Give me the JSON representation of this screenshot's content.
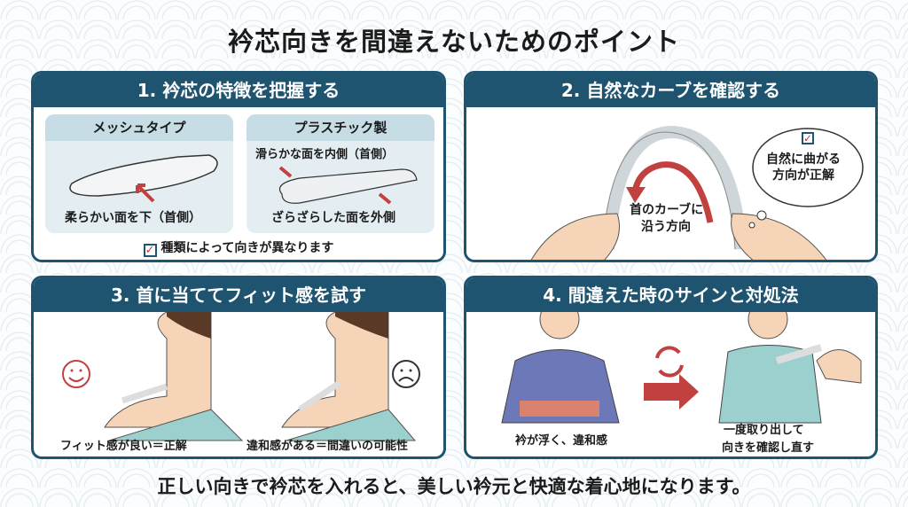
{
  "title": "衿芯向きを間違えないためのポイント",
  "panel1": {
    "heading": "1. 衿芯の特徴を把握する",
    "mesh": {
      "label": "メッシュタイプ",
      "note": "柔らかい面を下（首側）"
    },
    "plastic": {
      "label": "プラスチック製",
      "note_top": "滑らかな面を内側（首側）",
      "note_bottom": "ざらざらした面を外側"
    },
    "check": "種類によって向きが異なります"
  },
  "panel2": {
    "heading": "2. 自然なカーブを確認する",
    "arrow_label_1": "首のカーブに",
    "arrow_label_2": "沿う方向",
    "bubble_1": "自然に曲がる",
    "bubble_2": "方向が正解"
  },
  "panel3": {
    "heading": "3. 首に当ててフィット感を試す",
    "good": "フィット感が良い＝正解",
    "bad": "違和感がある＝間違いの可能性"
  },
  "panel4": {
    "heading": "4. 間違えた時のサインと対処法",
    "sign": "衿が浮く、違和感",
    "fix_1": "一度取り出して",
    "fix_2": "向きを確認し直す"
  },
  "footer": "正しい向きで衿芯を入れると、美しい衿元と快適な着心地になります。",
  "colors": {
    "navy": "#1e5470",
    "red": "#c0413f",
    "kimono_blue": "#6c78b8",
    "kimono_teal": "#9cd0cf"
  }
}
